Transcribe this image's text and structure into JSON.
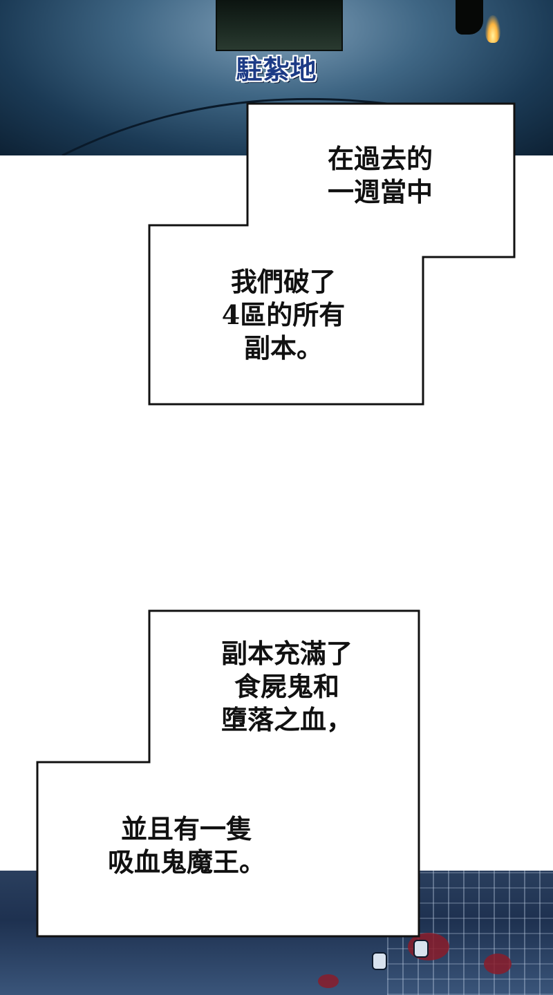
{
  "top_panel": {
    "location_label": "駐紮地"
  },
  "caption_box_1": {
    "lines_a": [
      "在過去的",
      "一週當中"
    ],
    "lines_b": [
      "我們破了",
      "4區的所有",
      "副本。"
    ]
  },
  "caption_box_2": {
    "lines_a": [
      "副本充滿了",
      "食屍鬼和",
      "墮落之血，"
    ],
    "lines_b": [
      "並且有一隻",
      "吸血鬼魔王。"
    ]
  },
  "colors": {
    "night_sky": "#1b3a55",
    "label_blue": "#1d3b86",
    "blood_red": "#8a1c2a"
  }
}
